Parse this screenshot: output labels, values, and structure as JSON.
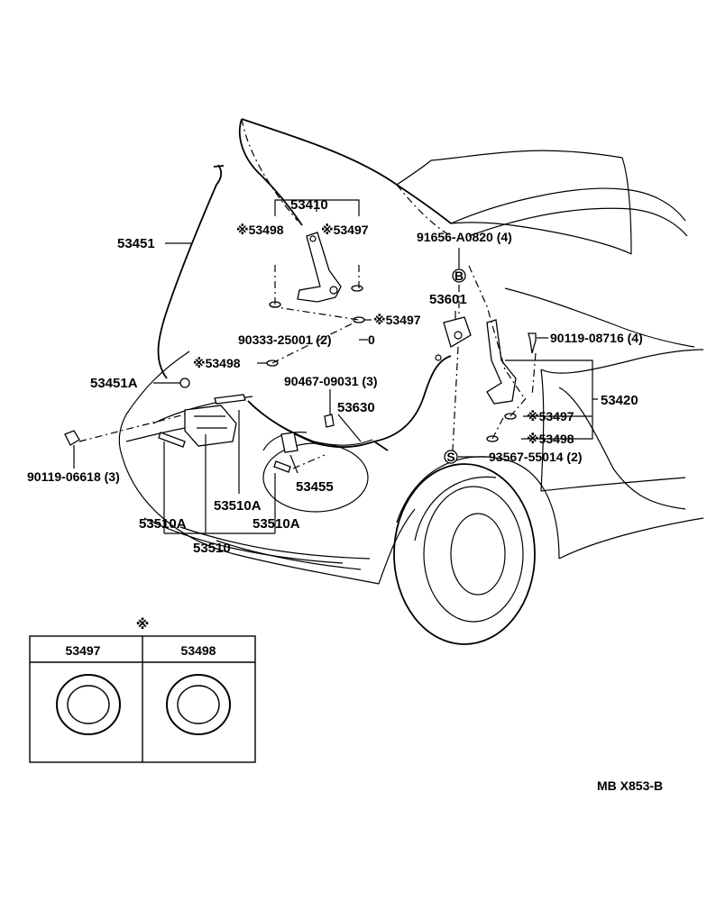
{
  "labels": {
    "hood_group": "53410",
    "note_53498_left": "※53498",
    "note_53497_top": "※53497",
    "rod": "53451",
    "cushion_mark": "B",
    "bolt_916": "91656-A0820 (4)",
    "lock": "53601",
    "bolt_90119_r": "90119-08716 (4)",
    "note_53497_mid": "※53497",
    "bolt_90333": "90333-25001 (2)",
    "bolt_90333_mark": "0",
    "note_53498_mid": "※53498",
    "clip_90467": "90467-09031 (3)",
    "rod_end": "53451A",
    "cable": "53630",
    "hinge_right": "53420",
    "note_53497_right": "※53497",
    "note_53498_right": "※53498",
    "bolt_90119_l": "90119-06618 (3)",
    "stay": "53455",
    "screw_mark": "S",
    "screw_935": "93567-55014 (2)",
    "latch_510a_1": "53510A",
    "latch_510a_2": "53510A",
    "latch_510a_3": "53510A",
    "latch_group": "53510",
    "table_mark": "※",
    "table_col1": "53497",
    "table_col2": "53498",
    "code": "MB  X853-B"
  }
}
